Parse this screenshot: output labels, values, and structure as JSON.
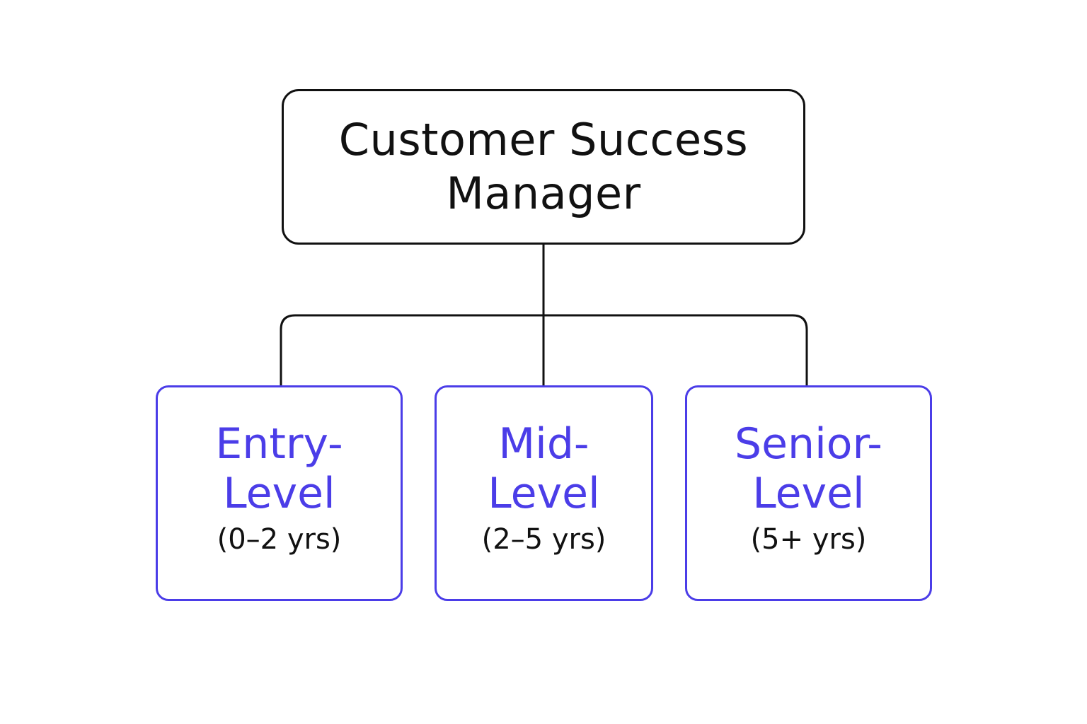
{
  "root": {
    "title_line1": "Customer Success",
    "title_line2": "Manager"
  },
  "levels": [
    {
      "title_line1": "Entry-",
      "title_line2": "Level",
      "years": "(0–2 yrs)"
    },
    {
      "title_line1": "Mid-",
      "title_line2": "Level",
      "years": "(2–5 yrs)"
    },
    {
      "title_line1": "Senior-",
      "title_line2": "Level",
      "years": "(5+ yrs)"
    }
  ],
  "colors": {
    "root_border": "#111111",
    "level_border": "#4b3de8",
    "level_title": "#4b3de8",
    "text": "#111111",
    "connector": "#111111"
  }
}
